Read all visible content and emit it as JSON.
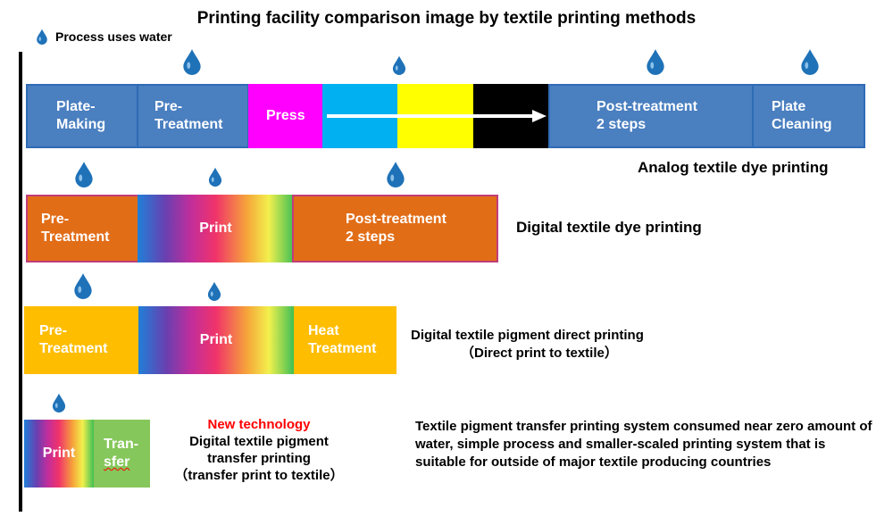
{
  "title": "Printing facility comparison image by textile printing methods",
  "legend": {
    "label": "Process uses water",
    "icon": "water-drop-icon"
  },
  "colors": {
    "drop": "#1f72b8",
    "analog_box": "#4a7fc0",
    "dye_box": "#e26d17",
    "pigment_box": "#ffbd00",
    "transfer_box": "#86c75b",
    "new_tech": "#ff0000",
    "magenta": "#ff00ff",
    "cyan": "#00b0f0",
    "yellow": "#ffff00",
    "black": "#000000"
  },
  "analog": {
    "label": "Analog textile dye printing",
    "plate_making": "Plate-\nMaking",
    "pre_treatment": "Pre-\nTreatment",
    "press": "Press",
    "post_treatment": "Post-treatment\n2 steps",
    "plate_cleaning": "Plate\nCleaning"
  },
  "digital_dye": {
    "label": "Digital textile dye printing",
    "pre_treatment": "Pre-\nTreatment",
    "print": "Print",
    "post_treatment": "Post-treatment\n2 steps"
  },
  "digital_pigment": {
    "label_line1": "Digital textile pigment direct printing",
    "label_line2": "（Direct print to textile）",
    "pre_treatment": "Pre-\nTreatment",
    "print": "Print",
    "heat_treatment": "Heat\nTreatment"
  },
  "transfer": {
    "print": "Print",
    "transfer_line1": "Tran-",
    "transfer_line2": "sfer",
    "new_tech": "New technology",
    "label_line1": "Digital textile pigment",
    "label_line2": "transfer printing",
    "label_line3": "（transfer print to textile）",
    "description": "Textile pigment transfer printing system consumed near zero amount of water, simple process and smaller-scaled printing system that is suitable for outside of major textile producing countries"
  }
}
